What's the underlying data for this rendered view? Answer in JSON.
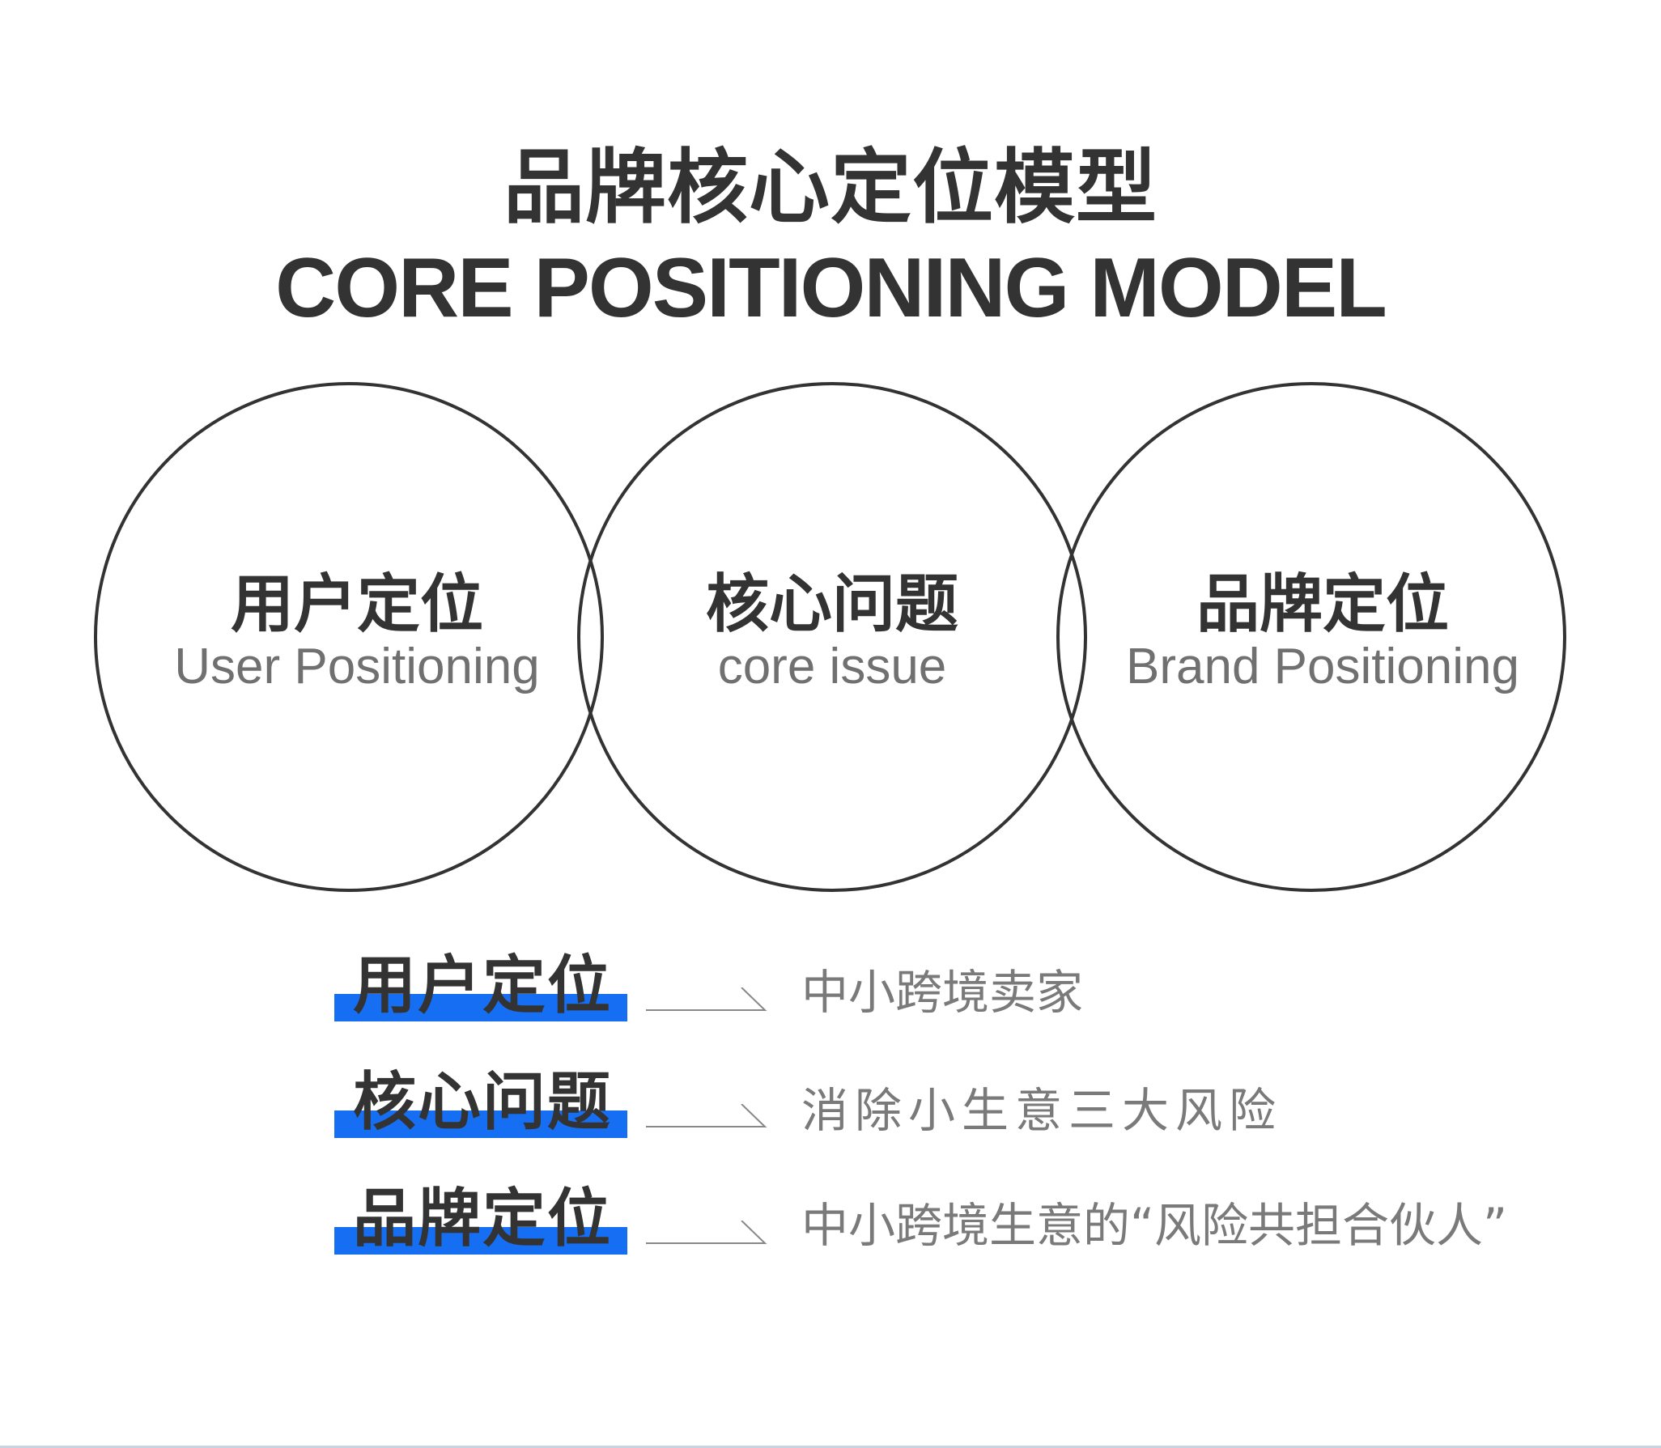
{
  "header": {
    "title_cn": "品牌核心定位模型",
    "title_en": "CORE POSITIONING MODEL"
  },
  "circles": [
    {
      "label_cn": "用户定位",
      "label_en": "User Positioning"
    },
    {
      "label_cn": "核心问题",
      "label_en": "core issue"
    },
    {
      "label_cn": "品牌定位",
      "label_en": "Brand Positioning"
    }
  ],
  "rows": [
    {
      "key": "用户定位",
      "value": "中小跨境卖家",
      "arrow_icon": "arrow-right-icon"
    },
    {
      "key": "核心问题",
      "value": "消除小生意三大风险",
      "arrow_icon": "arrow-right-icon"
    },
    {
      "key": "品牌定位",
      "value": "中小跨境生意的“风险共担合伙人”",
      "arrow_icon": "arrow-right-icon"
    }
  ],
  "colors": {
    "accent": "#166ef3",
    "text_dark": "#333333",
    "text_gray": "#707070",
    "circle_stroke": "#333333",
    "arrow": "#888888"
  }
}
